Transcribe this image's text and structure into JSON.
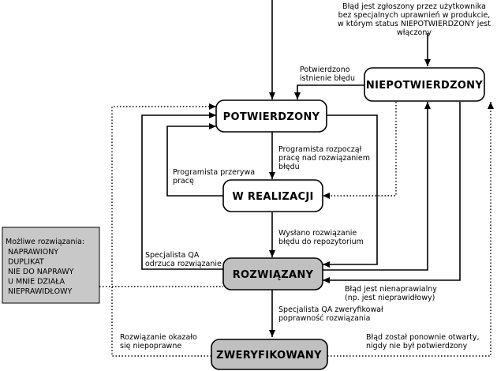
{
  "diagram": {
    "states": {
      "potwierdzony": "POTWIERDZONY",
      "niepotwierdzony": "NIEPOTWIERDZONY",
      "w_realizacji": "W REALIZACJI",
      "rozwiazany": "ROZWIĄZANY",
      "zweryfikowany": "ZWERYFIKOWANY"
    },
    "labels": {
      "top_right": [
        "Błąd jest zgłoszony przez użytkownika",
        "bez specjalnych uprawnień w produkcie,",
        "w którym status NIEPOTWIERDZONY jest",
        "włączony"
      ],
      "confirmed": [
        "Potwierdzono",
        "istnienie błędu"
      ],
      "dev_started": [
        "Programista rozpoczął",
        "pracę nad rozwiązaniem",
        "błędu"
      ],
      "dev_stops": [
        "Programista przerywa",
        "pracę"
      ],
      "sent_solution": [
        "Wysłano rozwiązanie",
        "błędu do repozytorium"
      ],
      "qa_rejects": [
        "Specjalista QA",
        "odrzuca rozwiązanie"
      ],
      "invalid": [
        "Błąd jest nienaprawialny",
        "(np. jest nieprawidłowy)"
      ],
      "qa_verified": [
        "Specjalista QA zweryfikował",
        "poprawność rozwiązania"
      ],
      "wrong_solution": [
        "Rozwiązanie okazało",
        "się niepoprawne"
      ],
      "reopened": [
        "Błąd został ponownie otwarty,",
        "nigdy nie był potwierdzony"
      ]
    },
    "note": {
      "title": "Możliwe rozwiązania:",
      "items": [
        "NAPRAWIONY",
        "DUPLIKAT",
        "NIE DO NAPRAWY",
        "U MNIE DZIAŁA",
        "NIEPRAWIDŁOWY"
      ]
    },
    "colors": {
      "state_fill": "#ffffff",
      "resolved_fill": "#c0c0c0",
      "note_fill": "#c8c8c8"
    }
  }
}
